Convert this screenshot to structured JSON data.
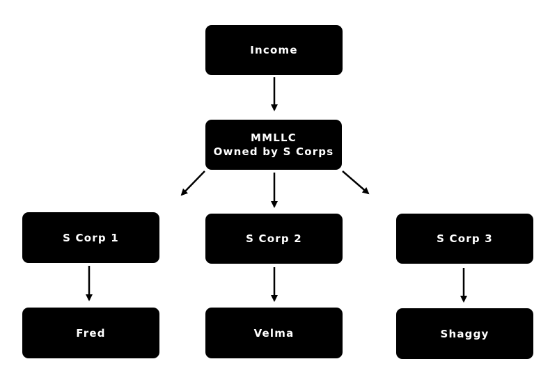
{
  "diagram": {
    "nodes": {
      "income": {
        "label": "Income"
      },
      "mmllc": {
        "line1": "MMLLC",
        "line2": "Owned by S Corps"
      },
      "scorp1": {
        "label": "S Corp 1"
      },
      "scorp2": {
        "label": "S Corp 2"
      },
      "scorp3": {
        "label": "S Corp 3"
      },
      "fred": {
        "label": "Fred"
      },
      "velma": {
        "label": "Velma"
      },
      "shaggy": {
        "label": "Shaggy"
      }
    },
    "edges": [
      {
        "from": "income",
        "to": "mmllc"
      },
      {
        "from": "mmllc",
        "to": "scorp1"
      },
      {
        "from": "mmllc",
        "to": "scorp2"
      },
      {
        "from": "mmllc",
        "to": "scorp3"
      },
      {
        "from": "scorp1",
        "to": "fred"
      },
      {
        "from": "scorp2",
        "to": "velma"
      },
      {
        "from": "scorp3",
        "to": "shaggy"
      }
    ],
    "colors": {
      "node_fill": "#000000",
      "node_text": "#ffffff",
      "arrow": "#000000",
      "background": "#ffffff"
    }
  }
}
